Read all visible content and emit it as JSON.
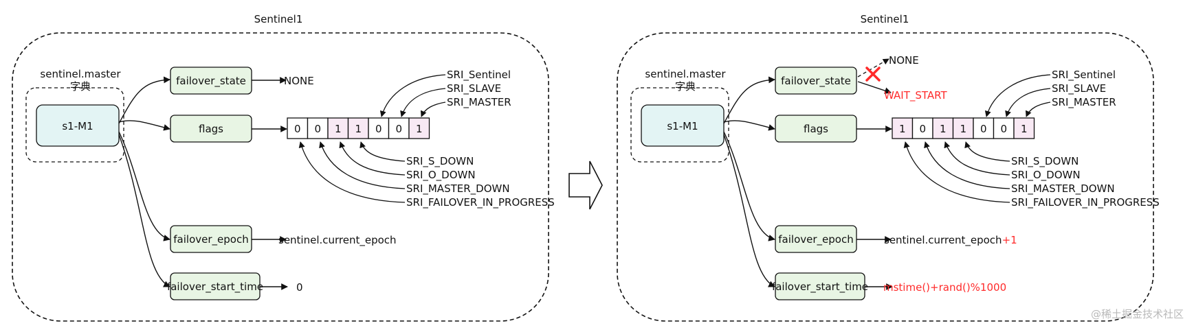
{
  "panels": [
    {
      "title": "Sentinel1",
      "dict_label": "sentinel.master",
      "dict_label2": "字典",
      "node": "s1-M1",
      "fields": {
        "failover_state": "failover_state",
        "flags": "flags",
        "failover_epoch": "failover_epoch",
        "failover_start_time": "failover_start_time"
      },
      "state_value": "NONE",
      "bits": [
        "0",
        "0",
        "1",
        "1",
        "0",
        "0",
        "1"
      ],
      "flag_top": [
        "SRI_Sentinel",
        "SRI_SLAVE",
        "SRI_MASTER"
      ],
      "flag_bottom": [
        "SRI_S_DOWN",
        "SRI_O_DOWN",
        "SRI_MASTER_DOWN",
        "SRI_FAILOVER_IN_PROGRESS"
      ],
      "epoch_value": "sentinel.current_epoch",
      "start_time_value": "0"
    },
    {
      "title": "Sentinel1",
      "dict_label": "sentinel.master",
      "dict_label2": "字典",
      "node": "s1-M1",
      "fields": {
        "failover_state": "failover_state",
        "flags": "flags",
        "failover_epoch": "failover_epoch",
        "failover_start_time": "failover_start_time"
      },
      "state_old": "NONE",
      "state_new": "WAIT_START",
      "bits": [
        "1",
        "0",
        "1",
        "1",
        "0",
        "0",
        "1"
      ],
      "flag_top": [
        "SRI_Sentinel",
        "SRI_SLAVE",
        "SRI_MASTER"
      ],
      "flag_bottom": [
        "SRI_S_DOWN",
        "SRI_O_DOWN",
        "SRI_MASTER_DOWN",
        "SRI_FAILOVER_IN_PROGRESS"
      ],
      "epoch_value": "sentinel.current_epoch",
      "epoch_suffix": "+1",
      "start_time_value": "mstime()+rand()%1000"
    }
  ],
  "watermark": "@稀土掘金技术社区",
  "colors": {
    "field_fill": "#e8f5e4",
    "node_fill": "#e3f4f4",
    "bit_fill": "#f8e9f4",
    "highlight": "#ff2a2a"
  }
}
